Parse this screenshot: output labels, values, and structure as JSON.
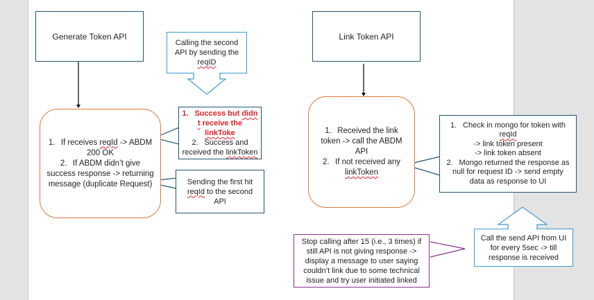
{
  "diagram": {
    "generate_box": {
      "label": "Generate Token API"
    },
    "link_box": {
      "label": "Link Token API"
    },
    "generate_process": {
      "items": [
        {
          "num": "1.",
          "pre": "If receives ",
          "flag": "reqId",
          "post": " -> ABDM 200 OK"
        },
        {
          "num": "2.",
          "text": "If ABDM didn’t give success response -> returning message (duplicate Request)"
        }
      ]
    },
    "callout_second_api": {
      "pre": "Calling the second API by sending the ",
      "flag": "reqID"
    },
    "callout_success": {
      "items": [
        {
          "num": "1.",
          "pre": "Success but ",
          "flag1": "didn t",
          "mid": " receive the ",
          "flag2": "linkToke",
          "color": "#e0202a"
        },
        {
          "num": "2.",
          "pre": "Success and received the ",
          "flag": "linkToken"
        }
      ]
    },
    "callout_first_hit": {
      "pre": "Sending the first hit ",
      "flag": "reqId",
      "post": " to the second API"
    },
    "link_process": {
      "items": [
        {
          "num": "1.",
          "text": "Received the link token -> call the ABDM API"
        },
        {
          "num": "2.",
          "pre": "If not received any ",
          "flag": "linkToken"
        }
      ]
    },
    "callout_mongo": {
      "item1_pre": "Check in mongo for token with ",
      "item1_flag": "reqId",
      "sub1": "-> link token present",
      "sub2": "-> link token absent",
      "item2": "Mongo returned the response as null for request ID -> send empty data as response to UI",
      "num1": "1.",
      "num2": "2."
    },
    "callout_poll": {
      "text": "Call the send API from UI for every 5sec -> till response is received"
    },
    "callout_stop": {
      "text": "Stop calling after 15 (i.e., 3 times) if still API is not giving response -> display a message to user saying couldn’t link due to some technical issue and try user initiated linked"
    }
  },
  "colors": {
    "box_border": "#1f5672",
    "process_border": "#e0783a",
    "blue_callout": "#3a9bd0",
    "purple_callout": "#8b2f8f",
    "error_text": "#e0202a"
  }
}
